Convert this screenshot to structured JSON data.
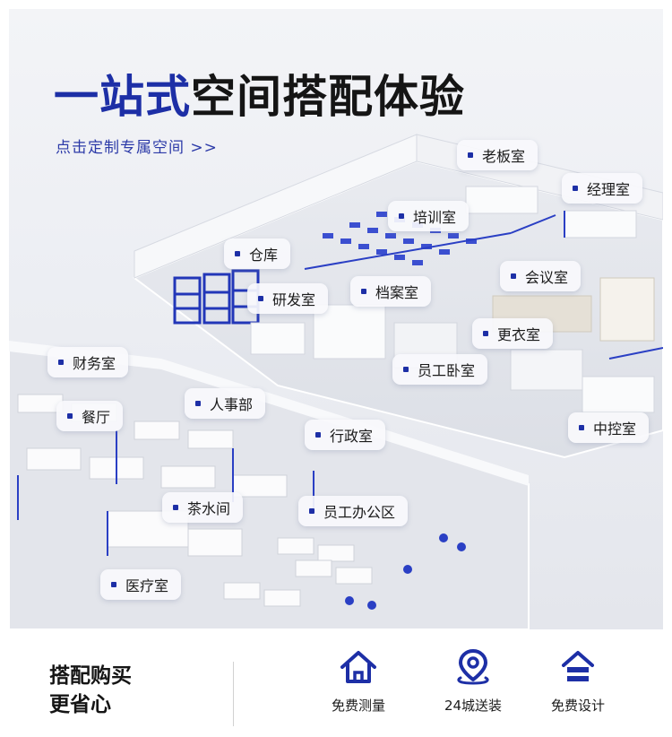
{
  "header": {
    "title_accent": "一站式",
    "title_rest": "空间搭配体验",
    "subtitle": "点击定制专属空间 >>"
  },
  "rooms": [
    {
      "id": "boss",
      "label": "老板室"
    },
    {
      "id": "manager",
      "label": "经理室"
    },
    {
      "id": "training",
      "label": "培训室"
    },
    {
      "id": "warehouse",
      "label": "仓库"
    },
    {
      "id": "meeting",
      "label": "会议室"
    },
    {
      "id": "archive",
      "label": "档案室"
    },
    {
      "id": "rnd",
      "label": "研发室"
    },
    {
      "id": "locker",
      "label": "更衣室"
    },
    {
      "id": "finance",
      "label": "财务室"
    },
    {
      "id": "dorm",
      "label": "员工卧室"
    },
    {
      "id": "hr",
      "label": "人事部"
    },
    {
      "id": "canteen",
      "label": "餐厅"
    },
    {
      "id": "control",
      "label": "中控室"
    },
    {
      "id": "admin",
      "label": "行政室"
    },
    {
      "id": "tea",
      "label": "茶水间"
    },
    {
      "id": "office",
      "label": "员工办公区"
    },
    {
      "id": "medical",
      "label": "医疗室"
    }
  ],
  "bottom": {
    "slogan_line1": "搭配购买",
    "slogan_line2": "更省心",
    "features": [
      {
        "icon": "house-icon",
        "label": "免费测量"
      },
      {
        "icon": "location-pin-icon",
        "label": "24城送装"
      },
      {
        "icon": "design-icon",
        "label": "免费设计"
      }
    ]
  },
  "colors": {
    "accent": "#1d2fa6",
    "text": "#151515",
    "background": "#eceef3"
  }
}
